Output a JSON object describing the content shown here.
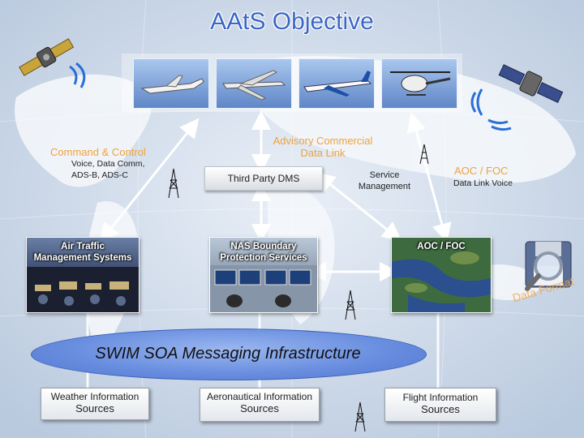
{
  "title": "AAtS Objective",
  "command_control": {
    "title": "Command & Control",
    "subtitle_line1": "Voice, Data Comm,",
    "subtitle_line2": "ADS-B, ADS-C"
  },
  "advisory": {
    "line1": "Advisory Commercial",
    "line2": "Data Link"
  },
  "third_party_dms": "Third Party DMS",
  "service_management": {
    "line1": "Service",
    "line2": "Management"
  },
  "aoc_foc_top": {
    "title": "AOC / FOC",
    "subtitle": "Data Link Voice"
  },
  "panels": {
    "atm": {
      "line1": "Air Traffic",
      "line2": "Management Systems"
    },
    "nas": {
      "line1": "NAS Boundary",
      "line2": "Protection Services"
    },
    "aoc": "AOC / FOC"
  },
  "data_format": "Data Format",
  "swim": "SWIM SOA Messaging Infrastructure",
  "sources": {
    "weather": {
      "line1": "Weather Information",
      "line2": "Sources"
    },
    "aero": {
      "line1": "Aeronautical Information",
      "line2": "Sources"
    },
    "flight": {
      "line1": "Flight Information",
      "line2": "Sources"
    }
  },
  "icons": [
    "satellite-icon",
    "airplane-icon",
    "helicopter-icon",
    "radio-tower-icon",
    "magnifier-icon",
    "floppy-disk-icon",
    "signal-wave-icon"
  ],
  "colors": {
    "title": "#3a66c4",
    "accent_orange": "#f0a238",
    "ellipse": "#6a8fe0"
  }
}
